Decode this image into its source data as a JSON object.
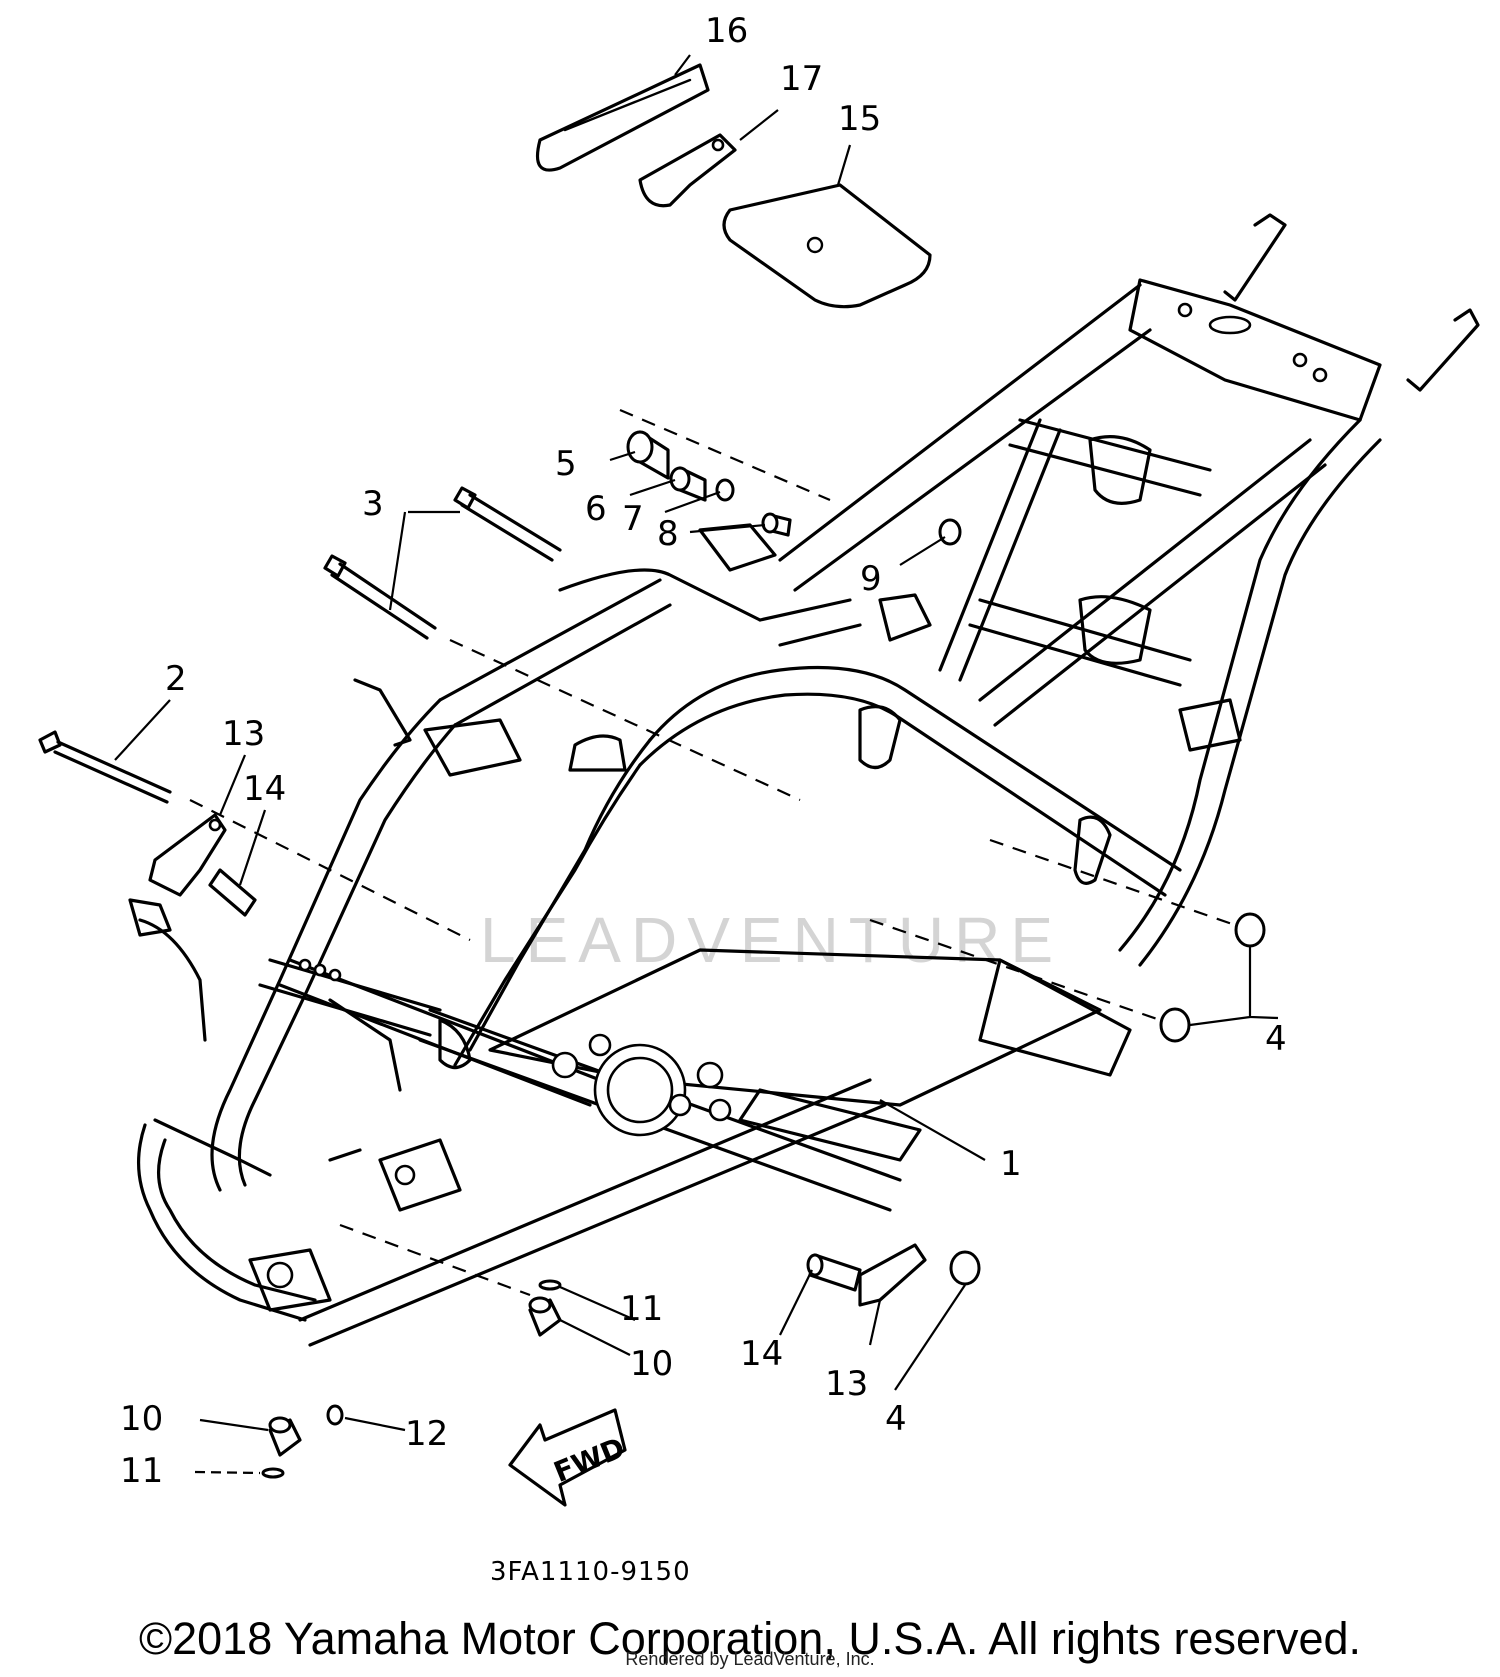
{
  "diagram": {
    "callouts": [
      {
        "id": "c1",
        "label": "1"
      },
      {
        "id": "c2",
        "label": "2"
      },
      {
        "id": "c3",
        "label": "3"
      },
      {
        "id": "c4a",
        "label": "4"
      },
      {
        "id": "c4b",
        "label": "4"
      },
      {
        "id": "c5",
        "label": "5"
      },
      {
        "id": "c6",
        "label": "6"
      },
      {
        "id": "c7",
        "label": "7"
      },
      {
        "id": "c8",
        "label": "8"
      },
      {
        "id": "c9",
        "label": "9"
      },
      {
        "id": "c10a",
        "label": "10"
      },
      {
        "id": "c10b",
        "label": "10"
      },
      {
        "id": "c11a",
        "label": "11"
      },
      {
        "id": "c11b",
        "label": "11"
      },
      {
        "id": "c12",
        "label": "12"
      },
      {
        "id": "c13a",
        "label": "13"
      },
      {
        "id": "c13b",
        "label": "13"
      },
      {
        "id": "c14a",
        "label": "14"
      },
      {
        "id": "c14b",
        "label": "14"
      },
      {
        "id": "c15",
        "label": "15"
      },
      {
        "id": "c16",
        "label": "16"
      },
      {
        "id": "c17",
        "label": "17"
      }
    ],
    "fwd_marker": "FWD",
    "diagram_code": "3FA1110-9150",
    "watermark": "LEADVENTURE"
  },
  "footer": {
    "copyright": "©2018 Yamaha Motor Corporation, U.S.A. All rights reserved.",
    "rendered_by": "Rendered by LeadVenture, Inc."
  }
}
